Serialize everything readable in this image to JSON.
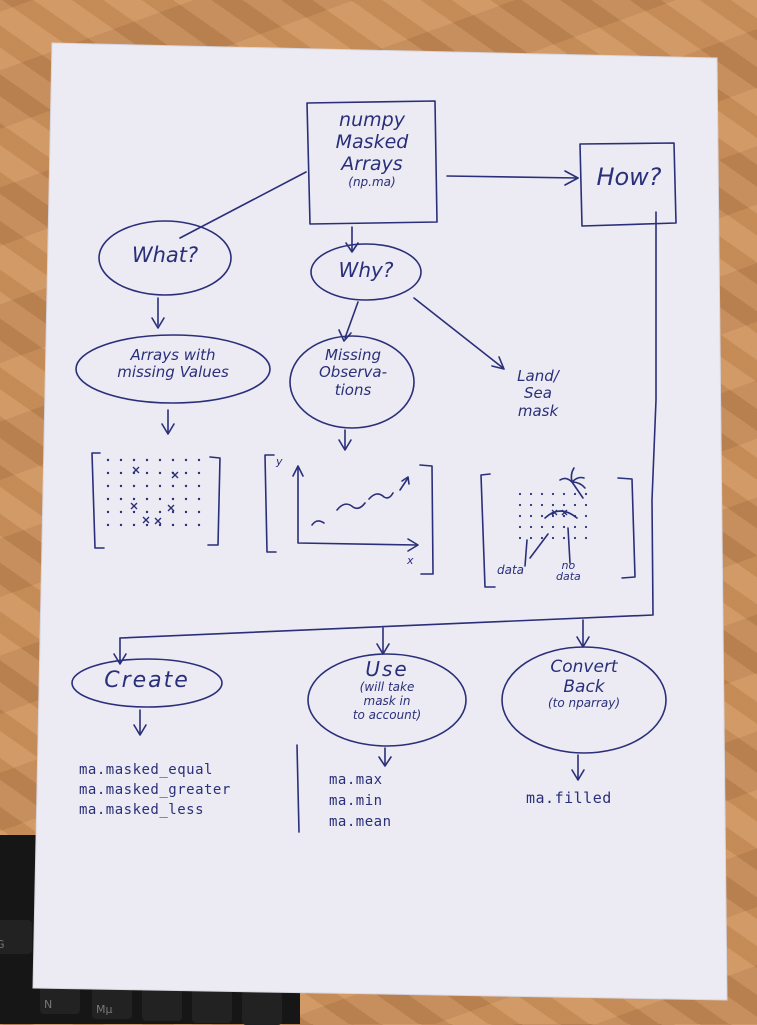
{
  "nodes": {
    "root": [
      "numpy",
      "Masked",
      "Arrays",
      "(np.ma)"
    ],
    "what": "What?",
    "why": "Why?",
    "how": "How?",
    "arrays_missing": [
      "Arrays with",
      "missing Values"
    ],
    "missing_obs": [
      "Missing",
      "Observa-",
      "tions"
    ],
    "land_sea": [
      "Land/",
      "Sea",
      "mask"
    ],
    "create": "Create",
    "use": [
      "Use",
      "(will take",
      "mask in",
      "to account)"
    ],
    "convert": [
      "Convert",
      "Back",
      "(to nparray)"
    ]
  },
  "sketches": {
    "plot_y": "y",
    "plot_x": "x",
    "map_data": "data",
    "map_no_data": [
      "no",
      "data"
    ]
  },
  "functions": {
    "create": [
      "ma.masked_equal",
      "ma.masked_greater",
      "ma.masked_less"
    ],
    "use": [
      "ma.max",
      "ma.min",
      "ma.mean"
    ],
    "convert": [
      "ma.filled"
    ]
  },
  "keyboard": {
    "keys": [
      "G",
      "N",
      "Mµ"
    ]
  },
  "colors": {
    "ink": "#2a2f7a",
    "paper": "#ecebf3",
    "desk": "#c98e5a"
  }
}
